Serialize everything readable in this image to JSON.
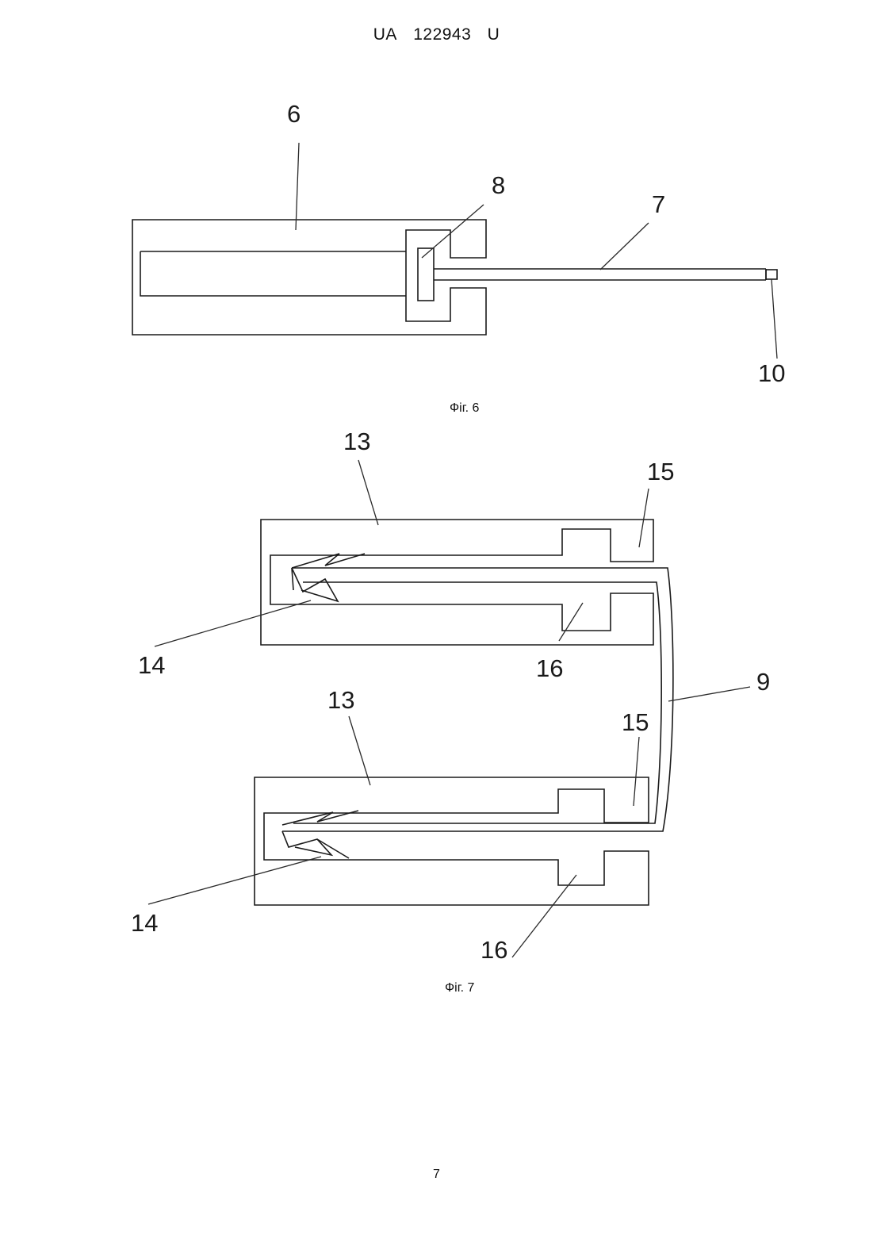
{
  "header": {
    "country": "UA",
    "number": "122943",
    "kind": "U"
  },
  "figures": [
    {
      "caption": "Фіг. 6",
      "labels": {
        "l6": "6",
        "l8": "8",
        "l7": "7",
        "l10": "10"
      }
    },
    {
      "caption": "Фіг. 7",
      "labels": {
        "l13a": "13",
        "l15a": "15",
        "l14a": "14",
        "l16a": "16",
        "l9": "9",
        "l13b": "13",
        "l15b": "15",
        "l14b": "14",
        "l16b": "16"
      }
    }
  ],
  "page_number": "7"
}
